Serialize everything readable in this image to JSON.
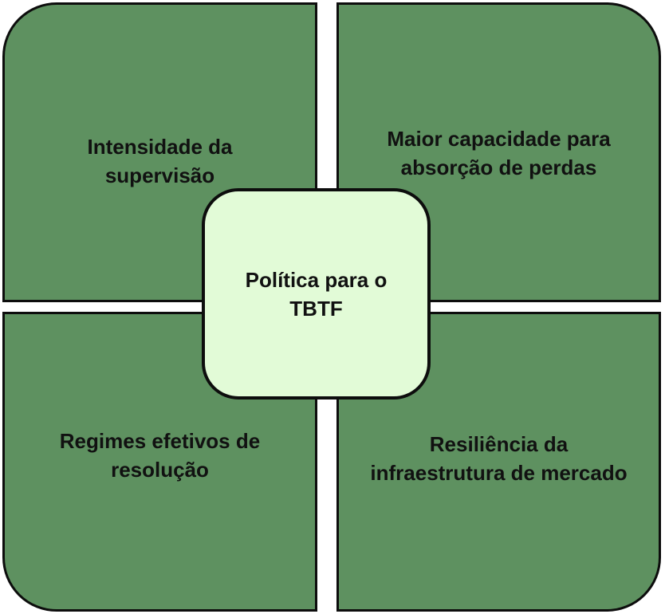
{
  "diagram": {
    "center": {
      "label": "Política para o\nTBTF"
    },
    "quadrants": {
      "top_left": {
        "label": "Intensidade da\nsupervisão"
      },
      "top_right": {
        "label": "Maior capacidade para\nabsorção de perdas"
      },
      "bottom_left": {
        "label": "Regimes efetivos de\nresolução"
      },
      "bottom_right": {
        "label": "Resiliência da\ninfraestrutura de mercado"
      }
    },
    "colors": {
      "quadrant_fill": "#5e9160",
      "center_fill": "#e2fbd7",
      "border": "#0d0d0d",
      "text": "#111111"
    }
  }
}
